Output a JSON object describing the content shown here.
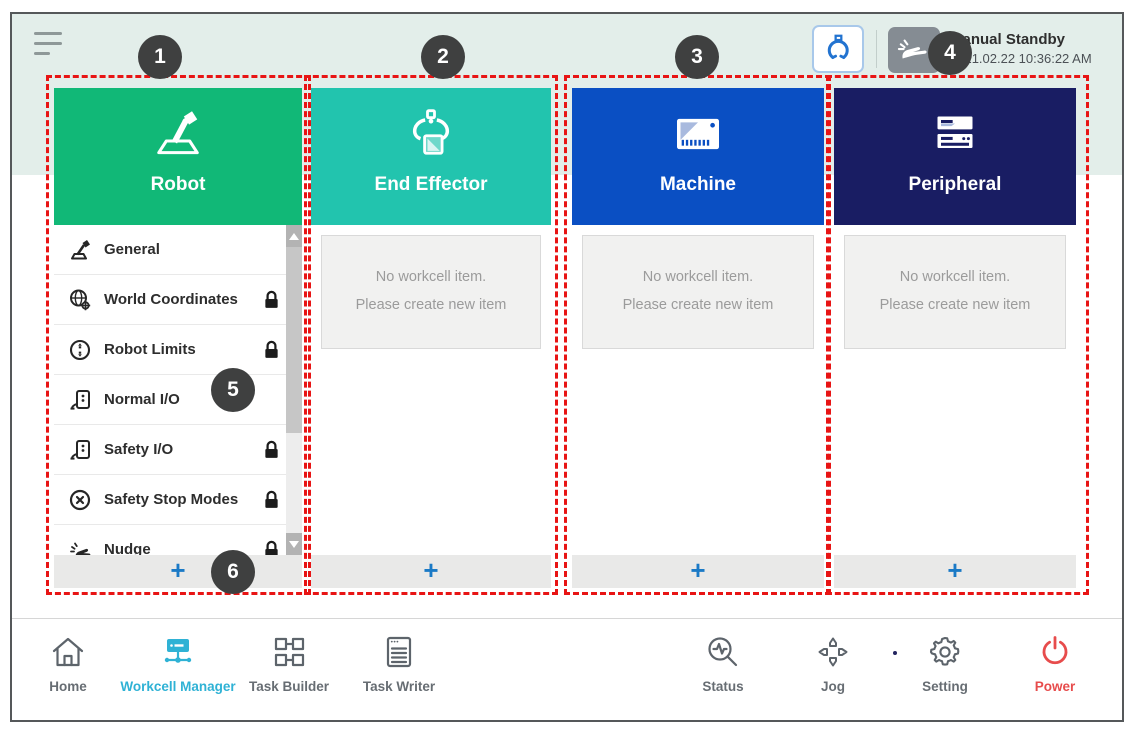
{
  "header": {
    "mode": "Manual Standby",
    "timestamp": "2021.02.22 10:36:22 AM"
  },
  "callouts": [
    "1",
    "2",
    "3",
    "4",
    "5",
    "6"
  ],
  "columns": [
    {
      "title": "Robot",
      "color": "#11b877",
      "icon": "robot-arm-icon",
      "add_label": "+",
      "items": [
        {
          "label": "General",
          "icon": "robot-icon",
          "locked": false
        },
        {
          "label": "World Coordinates",
          "icon": "world-coordinates-icon",
          "locked": true
        },
        {
          "label": "Robot Limits",
          "icon": "robot-limits-icon",
          "locked": true
        },
        {
          "label": "Normal I/O",
          "icon": "io-icon",
          "locked": false
        },
        {
          "label": "Safety I/O",
          "icon": "io-icon",
          "locked": true
        },
        {
          "label": "Safety Stop Modes",
          "icon": "stop-circle-icon",
          "locked": true
        },
        {
          "label": "Nudge",
          "icon": "nudge-hand-icon",
          "locked": true
        }
      ]
    },
    {
      "title": "End Effector",
      "color": "#22c4ae",
      "icon": "gripper-icon",
      "empty_line1": "No workcell item.",
      "empty_line2": "Please create new item",
      "add_label": "+"
    },
    {
      "title": "Machine",
      "color": "#0a4fc3",
      "icon": "machine-icon",
      "empty_line1": "No workcell item.",
      "empty_line2": "Please create new item",
      "add_label": "+"
    },
    {
      "title": "Peripheral",
      "color": "#191d63",
      "icon": "peripheral-icon",
      "empty_line1": "No workcell item.",
      "empty_line2": "Please create new item",
      "add_label": "+"
    }
  ],
  "nav": {
    "items": [
      {
        "label": "Home",
        "active": false
      },
      {
        "label": "Workcell Manager",
        "active": true
      },
      {
        "label": "Task Builder",
        "active": false
      },
      {
        "label": "Task Writer",
        "active": false
      },
      {
        "label": "Status",
        "active": false
      },
      {
        "label": "Jog",
        "active": false
      },
      {
        "label": "Setting",
        "active": false
      },
      {
        "label": "Power",
        "active": false
      }
    ]
  },
  "colors": {
    "robot_green": "#11b877",
    "end_effector_teal": "#22c4ae",
    "machine_blue": "#0a4fc3",
    "peripheral_navy": "#191d63",
    "callout_red": "#e81414",
    "badge_gray": "#3f4040",
    "active_nav_cyan": "#2fb2d5",
    "power_red": "#e74c4c",
    "plus_blue": "#1b7ac6",
    "top_band_mint": "#e3eeea"
  }
}
